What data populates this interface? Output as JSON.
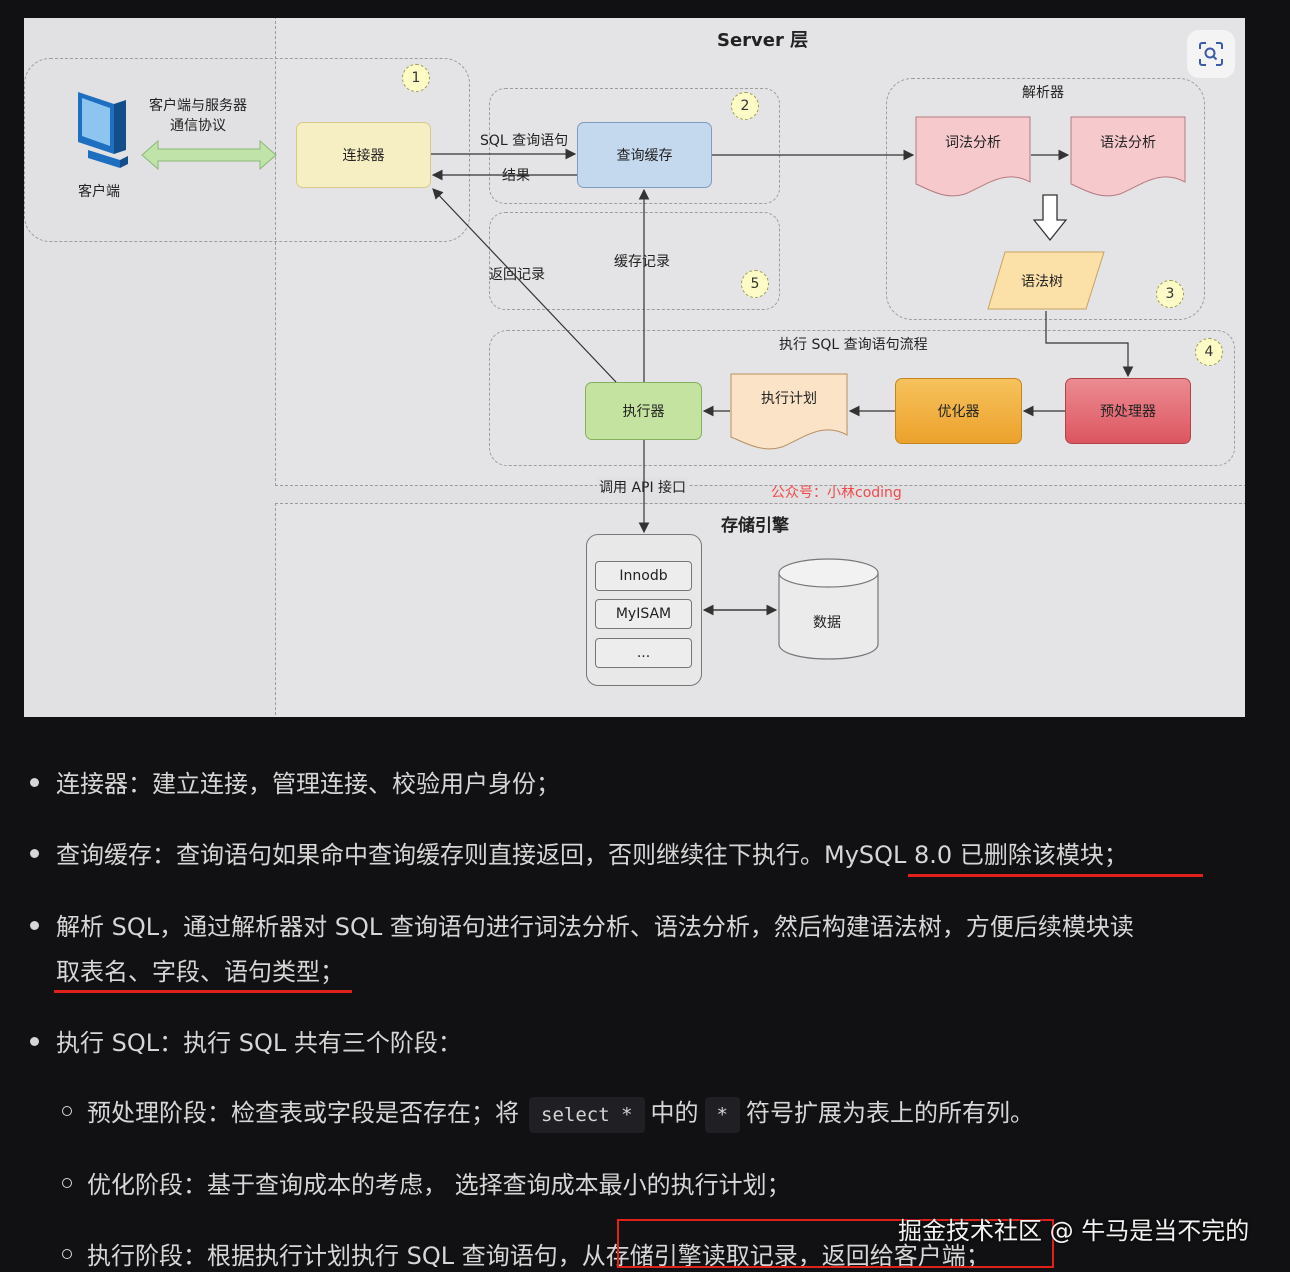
{
  "diagram": {
    "server_layer_title": "Server 层",
    "storage_layer_title": "存储引擎",
    "client_label": "客户端",
    "protocol_label": "客户端与服务器\n通信协议",
    "connector_label": "连接器",
    "sql_query_label": "SQL 查询语句",
    "result_label": "结果",
    "query_cache_label": "查询缓存",
    "cache_record_label": "缓存记录",
    "return_record_label": "返回记录",
    "parser_title": "解析器",
    "lexical_label": "词法分析",
    "syntax_label": "语法分析",
    "syntax_tree_label": "语法树",
    "exec_flow_title": "执行 SQL 查询语句流程",
    "executor_label": "执行器",
    "exec_plan_label": "执行计划",
    "optimizer_label": "优化器",
    "preprocessor_label": "预处理器",
    "api_call_label": "调用 API 接口",
    "watermark": "公众号：小林coding",
    "engines": [
      "Innodb",
      "MyISAM",
      "..."
    ],
    "data_label": "数据",
    "step_numbers": [
      "1",
      "2",
      "3",
      "4",
      "5"
    ],
    "colors": {
      "connector": "#f7efc4",
      "query_cache": "#c5d9ee",
      "doc_pink": "#f6c9cd",
      "syntax_tree": "#fbe0a8",
      "executor": "#c5e3a0",
      "exec_plan": "#fbe3c8",
      "optimizer": "#f2a92e",
      "preprocessor": "#e35f68",
      "highlight_red": "#e0211b"
    }
  },
  "list": {
    "item1": "连接器：建立连接，管理连接、校验用户身份；",
    "item2_main": "查询缓存：查询语句如果命中查询缓存则直接返回，否则继续往下执行。",
    "item2_highlight": "MySQL 8.0 已删除该模块；",
    "item3_line1": "解析 SQL，通过解析器对 SQL 查询语句进行词法分析、语法分析，然后构建语法树，方便后续模块读",
    "item3_line2": "取表名、字段、语句类型；",
    "item4": "执行 SQL：执行 SQL 共有三个阶段：",
    "sub1_a": "预处理阶段：检查表或字段是否存在；将",
    "sub1_code1": "select *",
    "sub1_b": "中的",
    "sub1_code2": "*",
    "sub1_c": "符号扩展为表上的所有列。",
    "sub2": "优化阶段：基于查询成本的考虑， 选择查询成本最小的执行计划；",
    "sub3_a": "执行阶段：根据执行计划执行 SQL 查询语句，",
    "sub3_highlight": "从存储引擎读取记录，返回给客户端",
    "sub3_end": "；"
  },
  "watermark_site": "掘金技术社区 @ 牛马是当不完的"
}
